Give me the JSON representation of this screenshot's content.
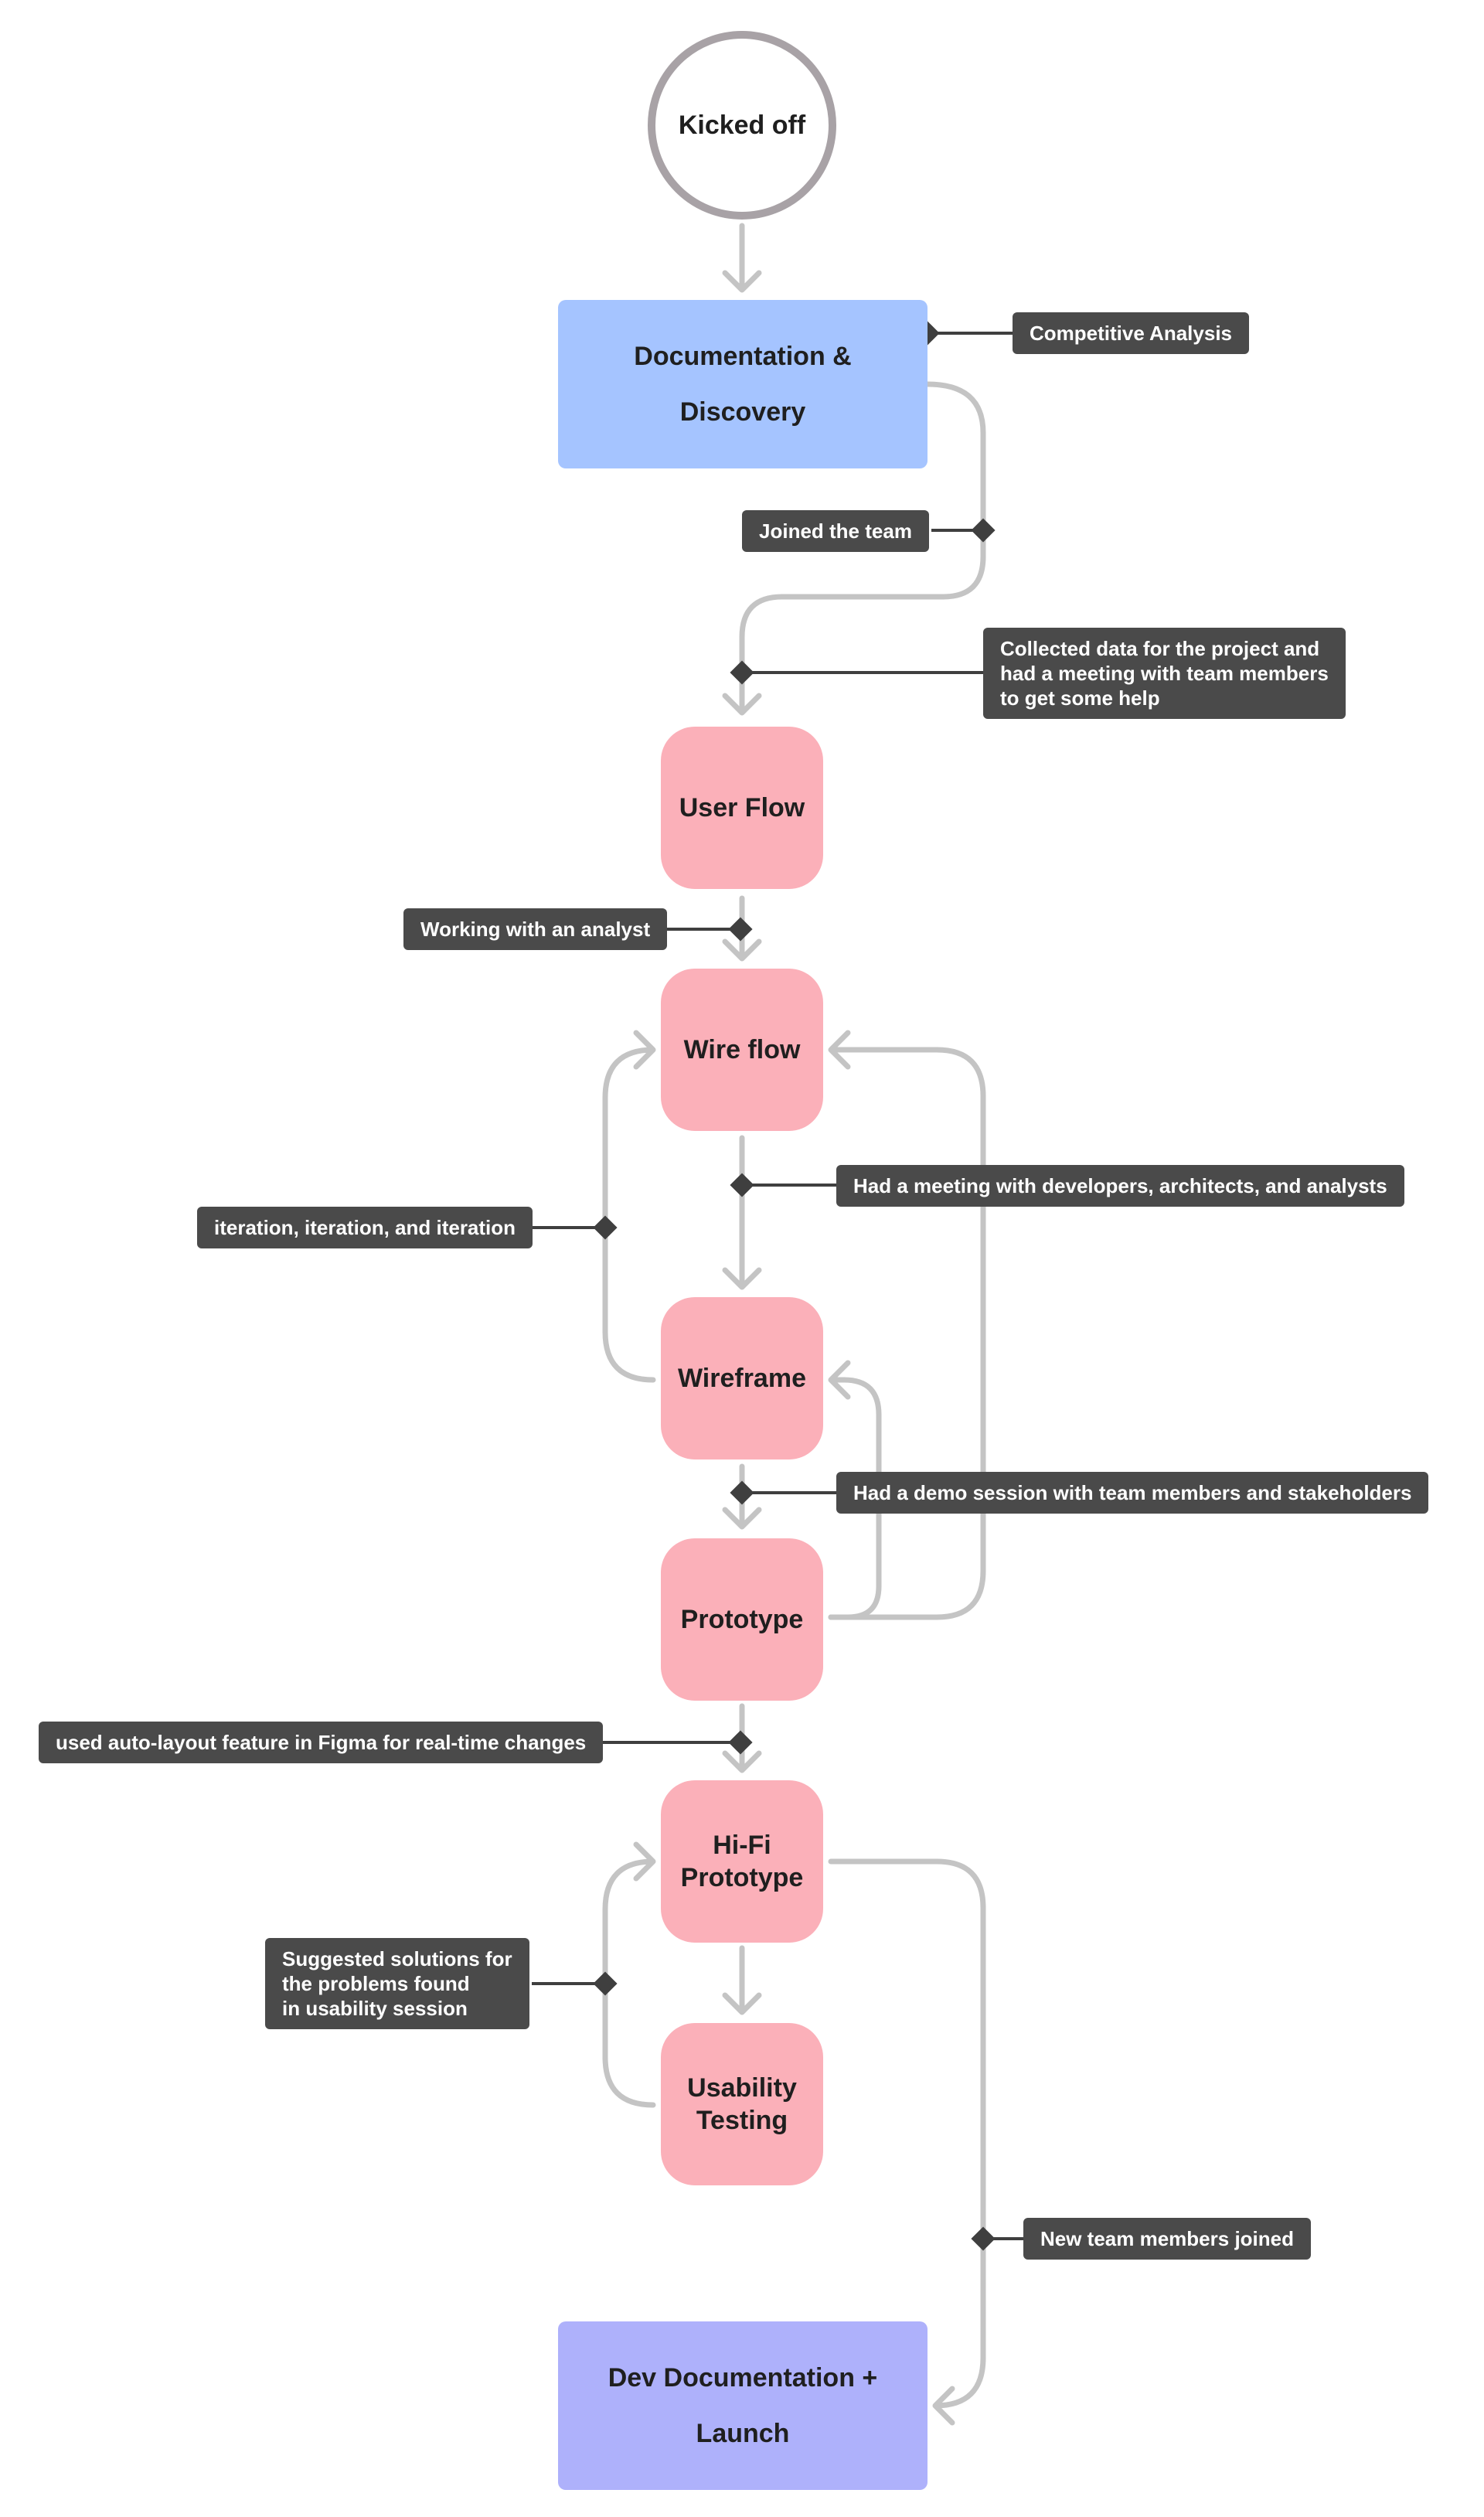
{
  "colors": {
    "connector": "#c4c4c4",
    "connector_dot": "#3f3f3f",
    "note_bg": "#4a4a4a",
    "start_border": "#a8a2a6",
    "discovery_bg": "#a5c4ff",
    "step_bg": "#fbb0b9",
    "launch_bg": "#aeb1fb"
  },
  "nodes": {
    "kickoff": "Kicked off",
    "discovery": [
      "Documentation &",
      "Discovery"
    ],
    "user_flow": "User Flow",
    "wire_flow": "Wire flow",
    "wireframe": "Wireframe",
    "prototype": "Prototype",
    "hifi": [
      "Hi-Fi",
      "Prototype"
    ],
    "usability": [
      "Usability",
      "Testing"
    ],
    "launch": [
      "Dev Documentation +",
      "Launch"
    ]
  },
  "notes": {
    "competitive": "Competitive Analysis",
    "joined": "Joined the team",
    "collected": [
      "Collected data for the project and",
      "had a meeting with team members",
      "to get some help"
    ],
    "analyst": "Working with an analyst",
    "meeting": "Had a meeting with developers, architects, and analysts",
    "iteration": "iteration, iteration, and iteration",
    "demo": "Had a demo session with team members and stakeholders",
    "autolayout": "used auto-layout feature in Figma for real-time changes",
    "solutions": [
      "Suggested solutions for",
      "the problems found",
      "in usability session"
    ],
    "new_members": "New team members joined"
  }
}
